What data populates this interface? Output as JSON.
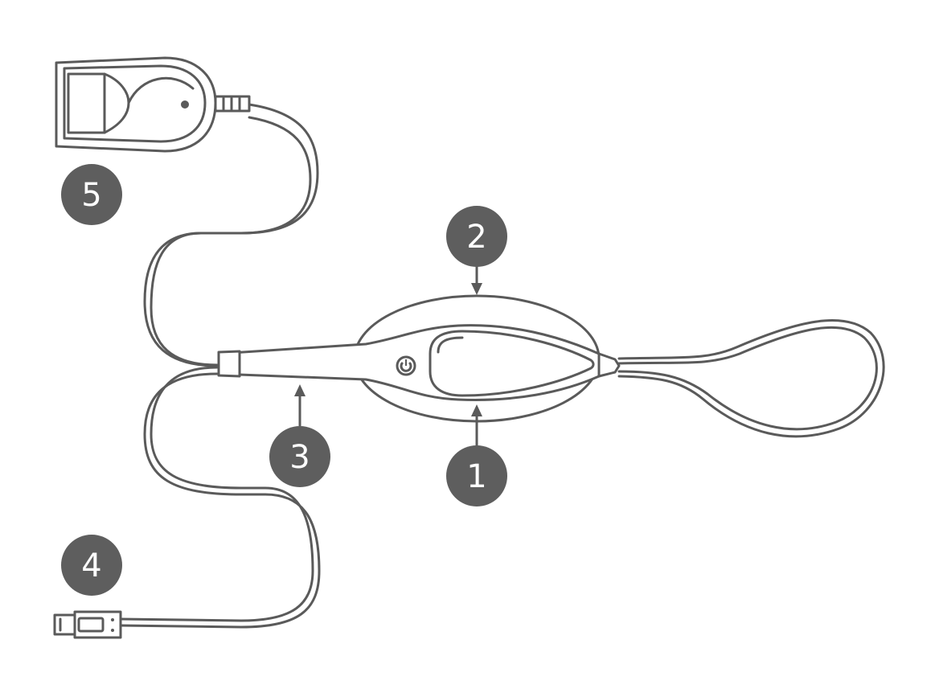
{
  "callouts": [
    {
      "id": "1",
      "label": "1"
    },
    {
      "id": "2",
      "label": "2"
    },
    {
      "id": "3",
      "label": "3"
    },
    {
      "id": "4",
      "label": "4"
    },
    {
      "id": "5",
      "label": "5"
    }
  ],
  "colors": {
    "callout_fill": "#5e5e5e",
    "line": "#5a5a5a",
    "background": "#ffffff"
  },
  "icons": [
    "power-icon"
  ]
}
